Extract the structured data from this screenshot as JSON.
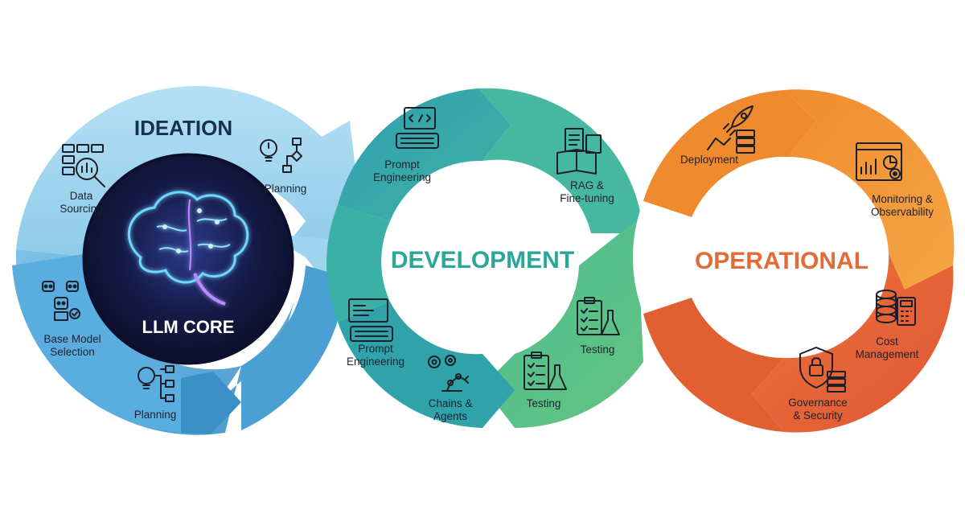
{
  "sections": {
    "ideation": {
      "title": "IDEATION",
      "center_label": "LLM CORE",
      "color_light": "#a7d8f0",
      "color_dark": "#4aa3d8",
      "steps": [
        {
          "label": [
            "Data",
            "Sourcing"
          ],
          "icon": "data-search-icon"
        },
        {
          "label": [
            "Planning"
          ],
          "icon": "planning-lightbulb-flowchart-icon"
        },
        {
          "label": [
            "Base Model",
            "Selection"
          ],
          "icon": "robots-selection-icon"
        },
        {
          "label": [
            "Planning"
          ],
          "icon": "planning-lightbulb-flowchart-icon"
        }
      ]
    },
    "development": {
      "title": "DEVELOPMENT",
      "title_color": "#2fa89a",
      "color_teal": "#3aa9a6",
      "color_green": "#57c08c",
      "steps": [
        {
          "label": [
            "Prompt",
            "Engineering"
          ],
          "icon": "code-keyboard-icon"
        },
        {
          "label": [
            "RAG &",
            "Fine-tuning"
          ],
          "icon": "book-documents-icon"
        },
        {
          "label": [
            "Prompt",
            "Engineering"
          ],
          "icon": "code-keyboard-icon"
        },
        {
          "label": [
            "Testing"
          ],
          "icon": "checklist-flask-icon"
        },
        {
          "label": [
            "Chains &",
            "Agents"
          ],
          "icon": "gears-robot-arm-icon"
        },
        {
          "label": [
            "Testing"
          ],
          "icon": "checklist-flask-icon"
        }
      ]
    },
    "operational": {
      "title": "OPERATIONAL",
      "title_color": "#e86a3a",
      "color_orange": "#f29a3f",
      "color_red": "#e8663a",
      "steps": [
        {
          "label": [
            "Deployment"
          ],
          "icon": "rocket-server-icon"
        },
        {
          "label": [
            "Monitoring &",
            "Observability"
          ],
          "icon": "dashboard-chart-icon"
        },
        {
          "label": [
            "Cost",
            "Management"
          ],
          "icon": "coins-calculator-icon"
        },
        {
          "label": [
            "Governance",
            "& Security"
          ],
          "icon": "shield-lock-icon"
        }
      ]
    }
  }
}
